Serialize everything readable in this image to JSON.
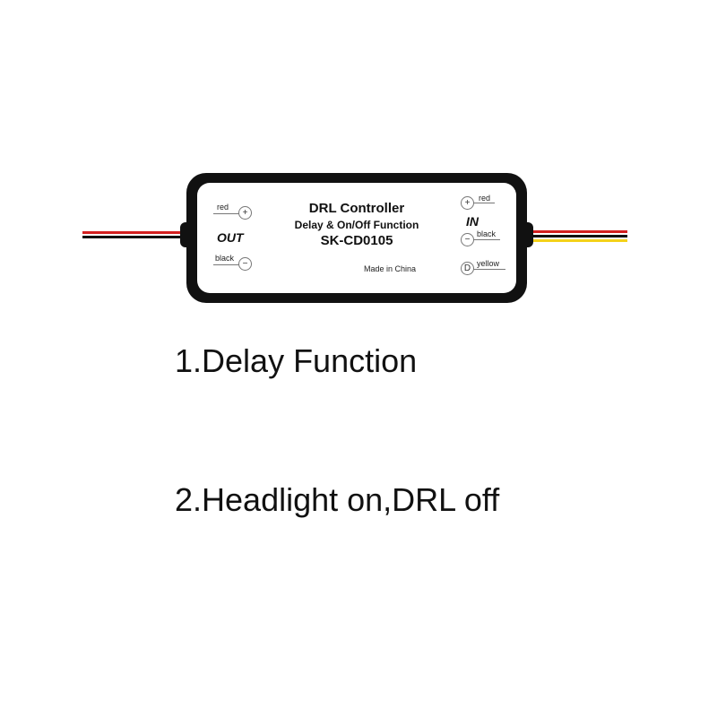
{
  "device": {
    "title": "DRL Controller",
    "subtitle": "Delay & On/Off Function",
    "model": "SK-CD0105",
    "origin": "Made in China",
    "out_label": "OUT",
    "in_label": "IN",
    "out_red": "red",
    "out_black": "black",
    "in_red": "red",
    "in_black": "black",
    "in_yellow": "yellow",
    "plus_symbol": "+",
    "minus_symbol": "−",
    "d_symbol": "D"
  },
  "wires": {
    "left": [
      "#d31f1f",
      "#111111"
    ],
    "right": [
      "#d31f1f",
      "#111111",
      "#f4d21a"
    ]
  },
  "captions": {
    "first": "1.Delay Function",
    "second": "2.Headlight on,DRL off"
  }
}
